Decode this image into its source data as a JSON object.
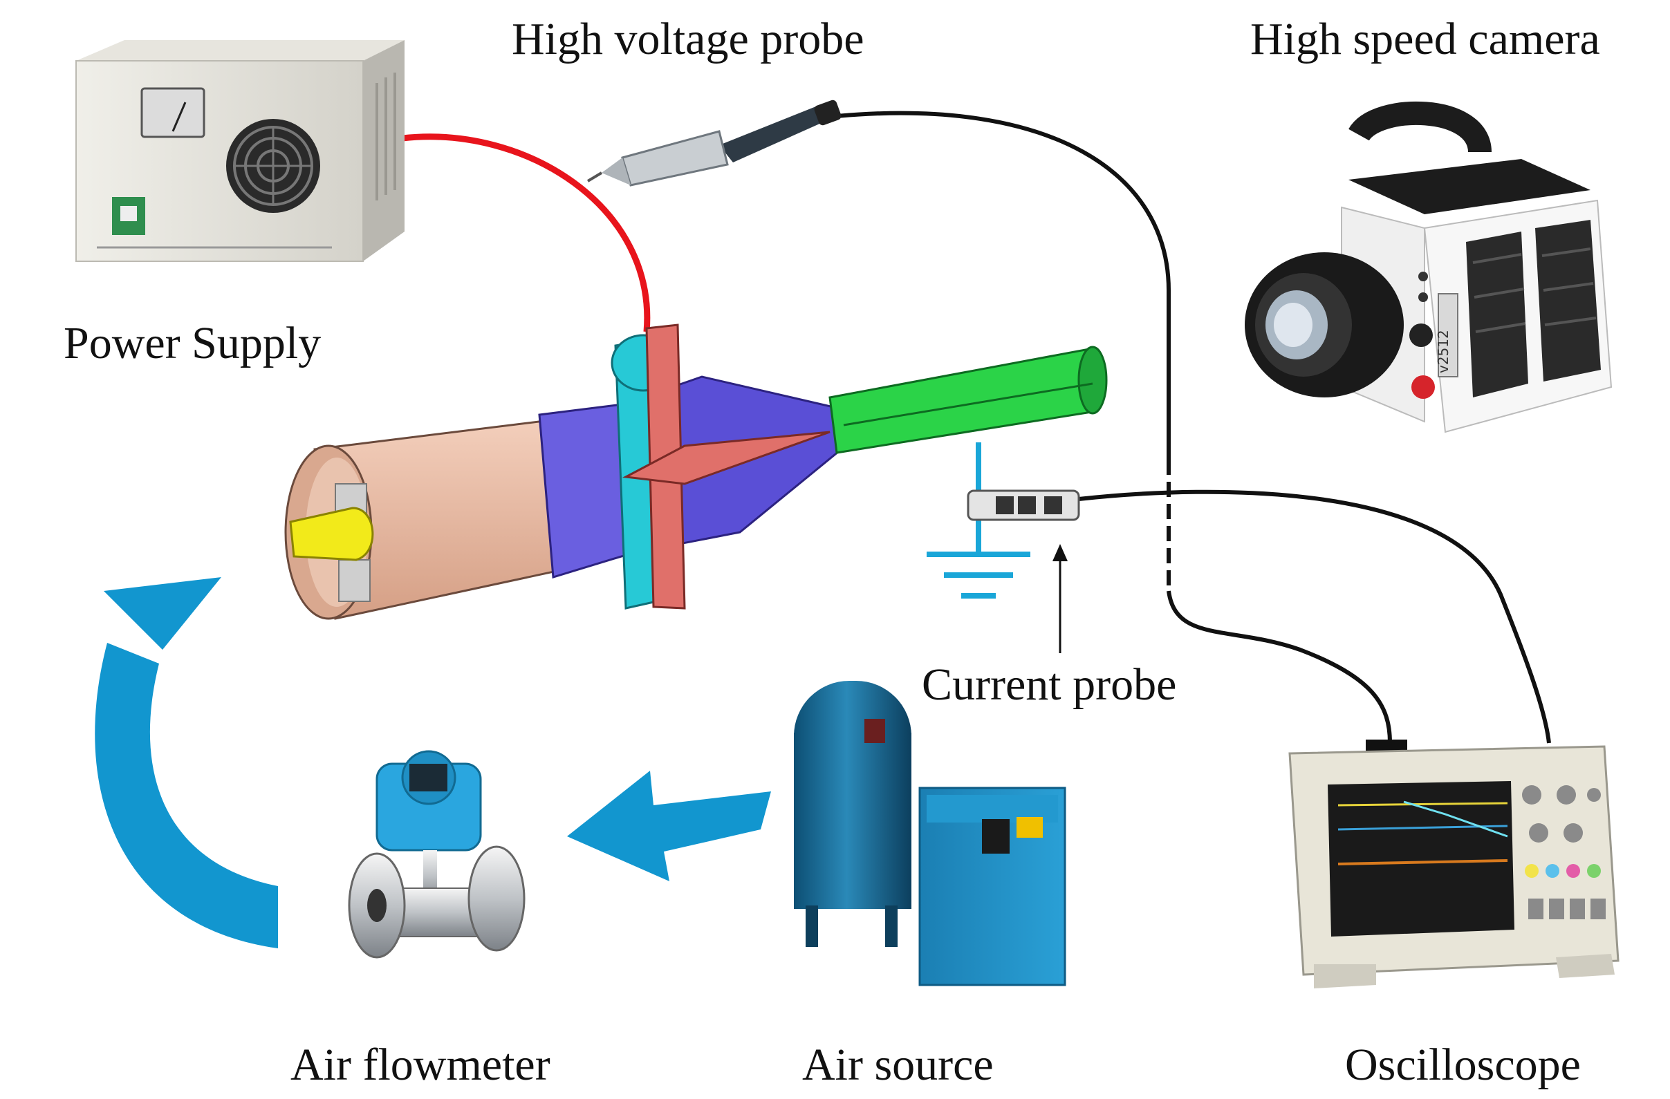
{
  "labels": {
    "high_voltage_probe": "High voltage probe",
    "high_speed_camera": "High speed camera",
    "power_supply": "Power Supply",
    "current_probe": "Current probe",
    "air_flowmeter": "Air flowmeter",
    "air_source": "Air source",
    "oscilloscope": "Oscilloscope"
  },
  "device_text": {
    "camera_serial": "v2512"
  },
  "colors": {
    "hv_cable": "#e8141c",
    "signal_cable": "#111111",
    "ground": "#1aa6d8",
    "flow_arrow": "#1296cf",
    "reactor_shell": "#e9b9a0",
    "reactor_blue": "#6a5fe0",
    "reactor_cyan": "#27c9d6",
    "reactor_red": "#e0706a",
    "outlet_pipe": "#2bd348",
    "nozzle": "#f2ea1a"
  }
}
